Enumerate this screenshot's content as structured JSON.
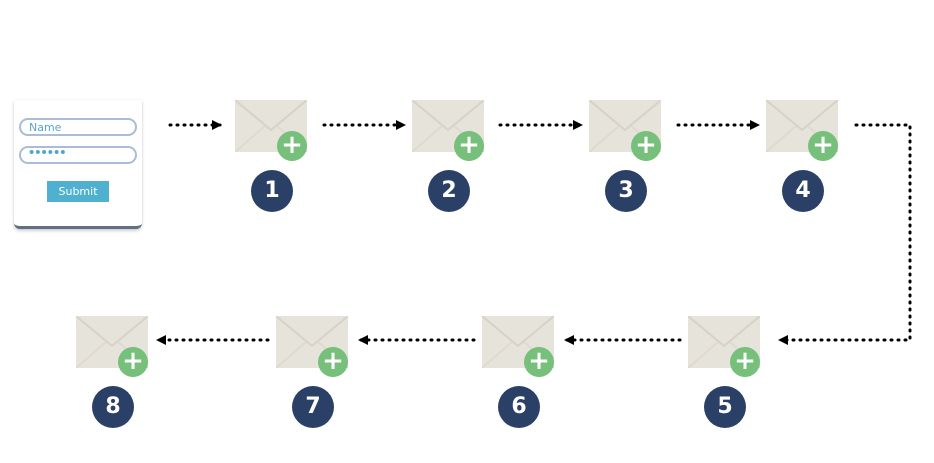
{
  "form": {
    "name_placeholder": "Name",
    "password_mask": "••••••",
    "submit_label": "Submit"
  },
  "steps": [
    {
      "number": "1"
    },
    {
      "number": "2"
    },
    {
      "number": "3"
    },
    {
      "number": "4"
    },
    {
      "number": "5"
    },
    {
      "number": "6"
    },
    {
      "number": "7"
    },
    {
      "number": "8"
    }
  ],
  "colors": {
    "number_badge": "#2b4067",
    "plus_badge": "#76c07c",
    "envelope": "#e6e3da",
    "submit_button": "#4fb0d0",
    "field_border": "#a9bdd6"
  },
  "icons": {
    "envelope": "envelope-icon",
    "plus": "plus-icon",
    "arrow": "arrow-right-icon"
  }
}
